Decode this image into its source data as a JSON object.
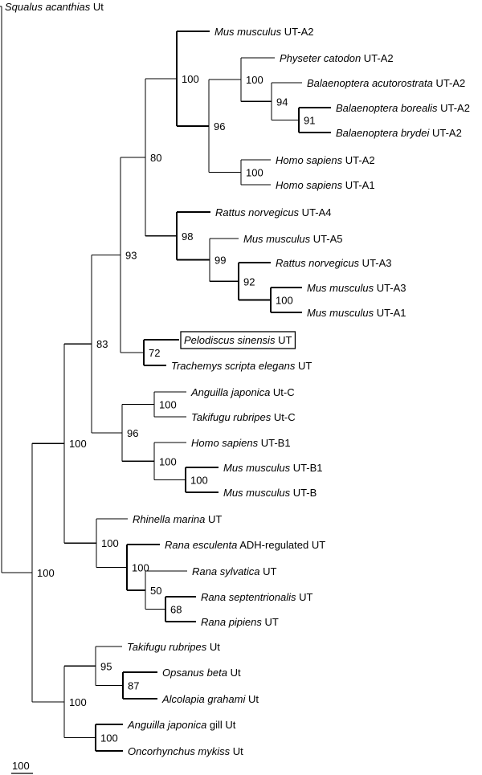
{
  "tree": {
    "taxa": [
      {
        "id": "squalus",
        "species": "Squalus acanthias",
        "gene": "Ut"
      },
      {
        "id": "mm_a2",
        "species": "Mus musculus",
        "gene": "UT-A2"
      },
      {
        "id": "physeter",
        "species": "Physeter catodon",
        "gene": "UT-A2"
      },
      {
        "id": "bal_acu",
        "species": "Balaenoptera acutorostrata",
        "gene": "UT-A2"
      },
      {
        "id": "bal_bor",
        "species": "Balaenoptera borealis",
        "gene": "UT-A2"
      },
      {
        "id": "bal_bry",
        "species": "Balaenoptera brydei",
        "gene": "UT-A2"
      },
      {
        "id": "hs_a2",
        "species": "Homo sapiens",
        "gene": "UT-A2"
      },
      {
        "id": "hs_a1",
        "species": "Homo sapiens",
        "gene": "UT-A1"
      },
      {
        "id": "rn_a4",
        "species": "Rattus norvegicus",
        "gene": "UT-A4"
      },
      {
        "id": "mm_a5",
        "species": "Mus musculus",
        "gene": "UT-A5"
      },
      {
        "id": "rn_a3",
        "species": "Rattus norvegicus",
        "gene": "UT-A3"
      },
      {
        "id": "mm_a3",
        "species": "Mus musculus",
        "gene": "UT-A3"
      },
      {
        "id": "mm_a1",
        "species": "Mus musculus",
        "gene": "UT-A1"
      },
      {
        "id": "pelodiscus",
        "species": "Pelodiscus sinensis",
        "gene": "UT",
        "highlight": true
      },
      {
        "id": "trachemys",
        "species": "Trachemys scripta elegans",
        "gene": "UT"
      },
      {
        "id": "anguilla_c",
        "species": "Anguilla japonica",
        "gene": "Ut-C"
      },
      {
        "id": "takifugu_c",
        "species": "Takifugu rubripes",
        "gene": "Ut-C"
      },
      {
        "id": "hs_b1",
        "species": "Homo sapiens",
        "gene": "UT-B1"
      },
      {
        "id": "mm_b1",
        "species": "Mus musculus",
        "gene": "UT-B1"
      },
      {
        "id": "mm_b",
        "species": "Mus musculus",
        "gene": "UT-B"
      },
      {
        "id": "rhinella",
        "species": "Rhinella marina",
        "gene": "UT"
      },
      {
        "id": "rana_esc",
        "species": "Rana esculenta",
        "gene": "ADH-regulated UT"
      },
      {
        "id": "rana_syl",
        "species": "Rana sylvatica",
        "gene": "UT"
      },
      {
        "id": "rana_sep",
        "species": "Rana septentrionalis",
        "gene": "UT"
      },
      {
        "id": "rana_pip",
        "species": "Rana pipiens",
        "gene": "UT"
      },
      {
        "id": "takifugu",
        "species": "Takifugu rubripes",
        "gene": "Ut"
      },
      {
        "id": "opsanus",
        "species": "Opsanus beta",
        "gene": "Ut"
      },
      {
        "id": "alcolapia",
        "species": "Alcolapia grahami",
        "gene": "Ut"
      },
      {
        "id": "anguilla_gill",
        "species": "Anguilla japonica",
        "gene": "gill Ut"
      },
      {
        "id": "oncorhynchus",
        "species": "Oncorhynchus mykiss",
        "gene": "Ut"
      }
    ],
    "support_values": {
      "n_bal_bor_bry": "91",
      "n_bal": "94",
      "n_cet": "100",
      "n_hs": "100",
      "n_mam_a2": "96",
      "n_mm_a2": "100",
      "n_mm_a31": "100",
      "n_rn_a3": "92",
      "n_mm_a5": "99",
      "n_rn_a4": "98",
      "n_uta": "80",
      "n_turtle": "72",
      "n_tetra_a": "93",
      "n_fish_c": "100",
      "n_mm_b": "100",
      "n_hs_b": "100",
      "n_utb": "96",
      "n_ut_ab": "83",
      "n_rana_sp": "68",
      "n_rana_syl": "50",
      "n_rana": "100",
      "n_anura": "100",
      "n_tetra": "100",
      "n_ops": "87",
      "n_fish1": "95",
      "n_fish2": "100",
      "n_fish": "100",
      "n_root": "100"
    },
    "scale_label": "100"
  }
}
